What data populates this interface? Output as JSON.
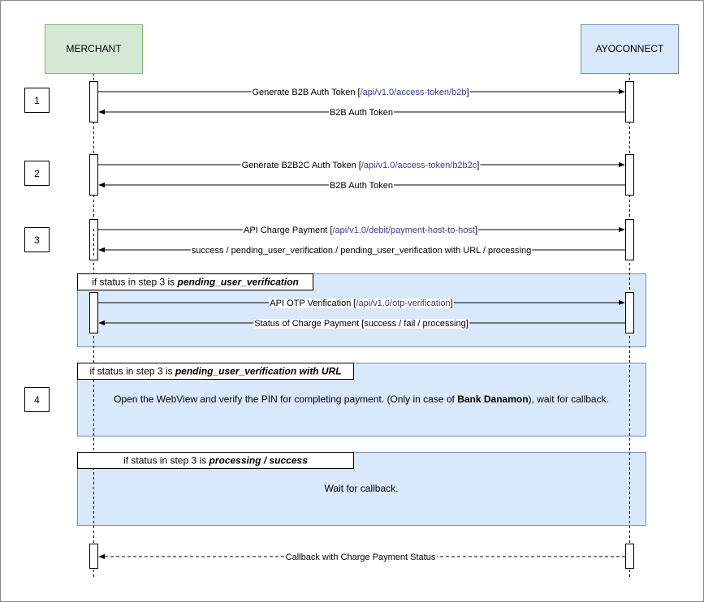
{
  "participants": {
    "merchant": "MERCHANT",
    "ayoconnect": "AYOCONNECT"
  },
  "colors": {
    "merchant_fill": "#d5e8d4",
    "merchant_border": "#82b366",
    "ayoconnect_fill": "#dae8fc",
    "ayoconnect_border": "#6c8ebf",
    "panel_fill": "#dae8fc",
    "panel_border": "#6c8ebf",
    "endpoint": "#3a3aaa"
  },
  "steps": [
    "1",
    "2",
    "3",
    "4"
  ],
  "messages": {
    "m1": {
      "pre": "Generate B2B Auth Token [",
      "endpoint": "/api/v1.0/access-token/b2b",
      "post": "]"
    },
    "m1r": "B2B Auth Token",
    "m2": {
      "pre": "Generate B2B2C Auth Token [",
      "endpoint": "/api/v1.0/access-token/b2b2c",
      "post": "]"
    },
    "m2r": "B2B Auth Token",
    "m3": {
      "pre": "API Charge Payment [",
      "endpoint": "/api/v1.0/debit/payment-host-to-host",
      "post": "]"
    },
    "m3r": "success / pending_user_verification / pending_user_verification with URL / processing",
    "m4": {
      "pre": "API OTP Verification [",
      "endpoint": "/api/v1.0/otp-verification",
      "post": "]"
    },
    "m4r": "Status of Charge Payment [success / fail / processing]",
    "callback": "Callback with Charge Payment Status"
  },
  "panels": {
    "p1": {
      "title_pre": "if status in step 3 is ",
      "title_emph": "pending_user_verification"
    },
    "p2": {
      "title_pre": "if status in step 3 is ",
      "title_emph": "pending_user_verification with URL",
      "body_pre": "Open the WebView and verify the PIN for completing payment. (Only in case of ",
      "body_bold": "Bank Danamon",
      "body_post": "), wait for callback."
    },
    "p3": {
      "title_pre": "if status in step 3 is ",
      "title_emph": "processing / success",
      "body": "Wait for callback."
    }
  }
}
